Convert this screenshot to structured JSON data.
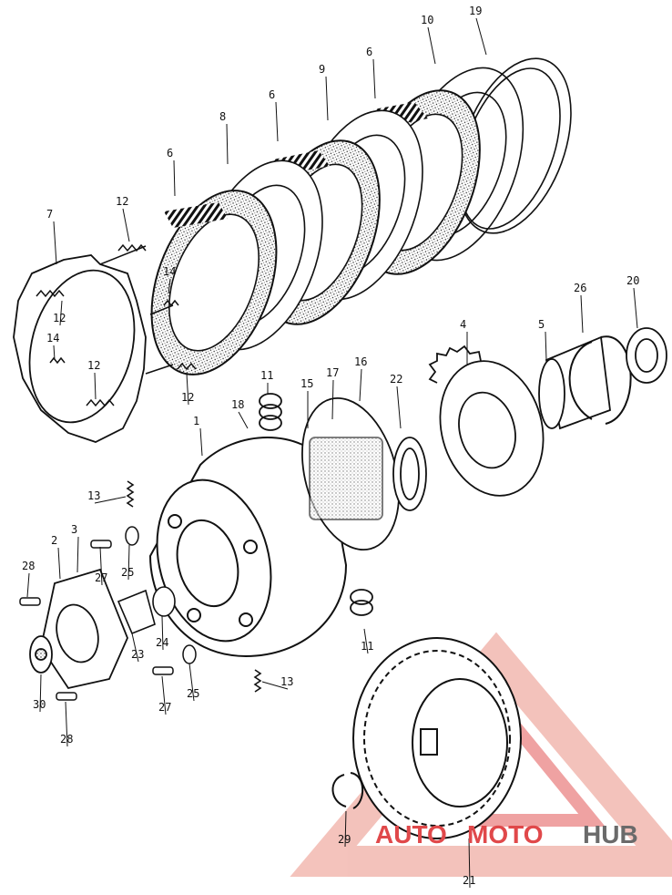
{
  "diagram": {
    "callouts": [
      "19",
      "10",
      "6",
      "9",
      "6",
      "8",
      "6",
      "12",
      "7",
      "14",
      "12",
      "14",
      "12",
      "12",
      "26",
      "20",
      "4",
      "5",
      "11",
      "16",
      "17",
      "15",
      "22",
      "18",
      "1",
      "13",
      "3",
      "2",
      "28",
      "27",
      "25",
      "23",
      "24",
      "11",
      "27",
      "25",
      "13",
      "30",
      "28",
      "29",
      "21"
    ]
  },
  "watermark": {
    "brand_part1": "AUTO",
    "brand_part2": "MOTO",
    "brand_part3": "HUB",
    "colors": {
      "red": "#e0484a",
      "grey": "#6a6a6a",
      "pink": "#f2b8b0"
    }
  },
  "colors": {
    "ink": "#111111",
    "paper": "#ffffff"
  }
}
